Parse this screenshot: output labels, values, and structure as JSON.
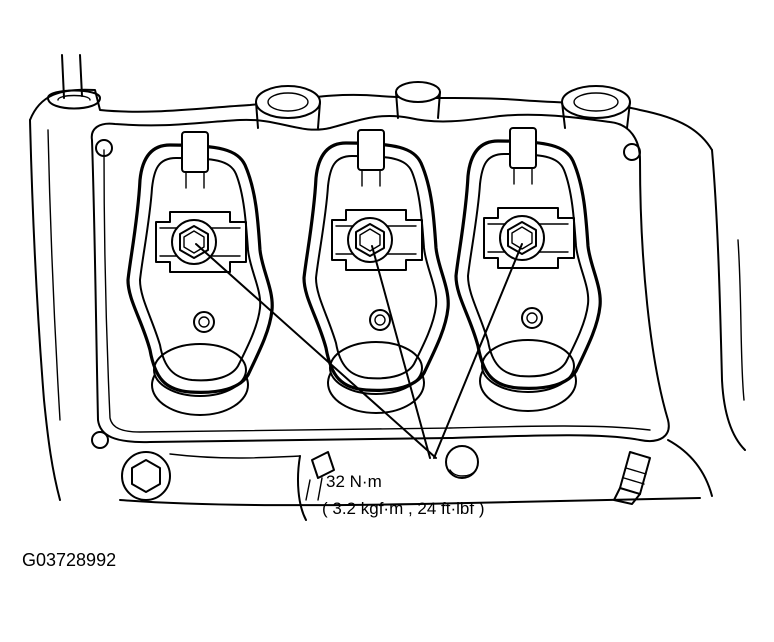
{
  "torque": {
    "value": "32 N·m",
    "conversions": "( 3.2 kgf·m , 24 ft·lbf )"
  },
  "figure_code": "G03728992"
}
